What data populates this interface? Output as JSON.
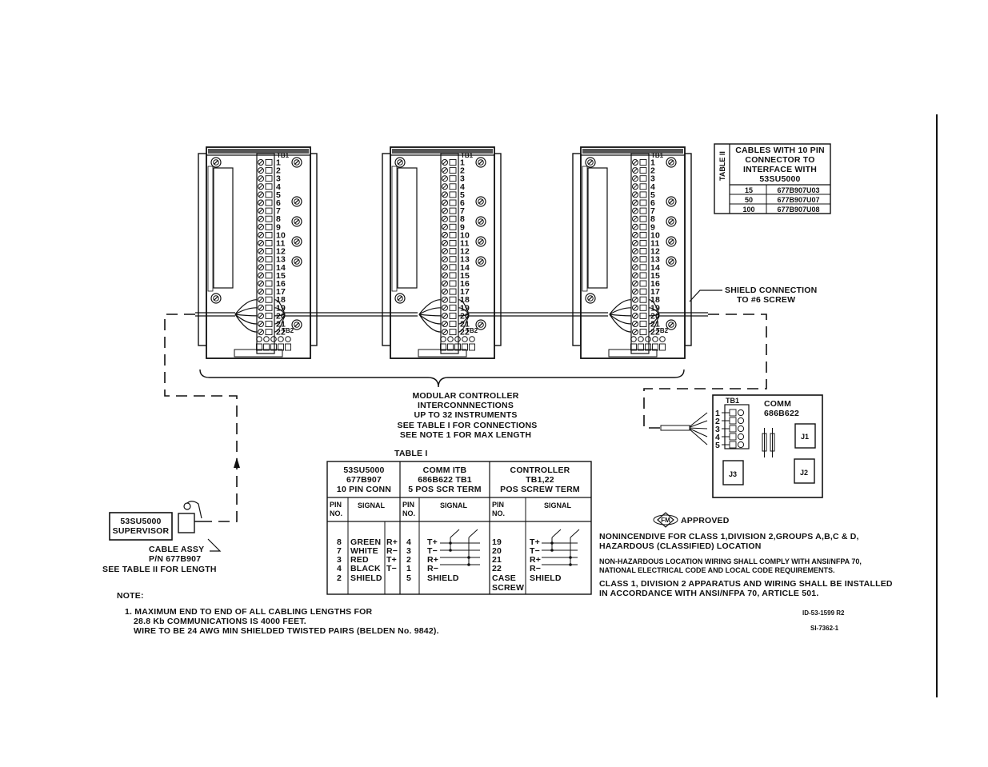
{
  "controllers": [
    {
      "tb_label": "TB1",
      "tb2_label": "TB2",
      "terminals": [
        "1",
        "2",
        "3",
        "4",
        "5",
        "6",
        "7",
        "8",
        "9",
        "10",
        "11",
        "12",
        "13",
        "14",
        "15",
        "16",
        "17",
        "18",
        "19",
        "20",
        "21",
        "22"
      ]
    },
    {
      "tb_label": "TB1",
      "tb2_label": "TB2",
      "terminals": [
        "1",
        "2",
        "3",
        "4",
        "5",
        "6",
        "7",
        "8",
        "9",
        "10",
        "11",
        "12",
        "13",
        "14",
        "15",
        "16",
        "17",
        "18",
        "19",
        "20",
        "21",
        "22"
      ]
    },
    {
      "tb_label": "TB1",
      "tb2_label": "TB2",
      "terminals": [
        "1",
        "2",
        "3",
        "4",
        "5",
        "6",
        "7",
        "8",
        "9",
        "10",
        "11",
        "12",
        "13",
        "14",
        "15",
        "16",
        "17",
        "18",
        "19",
        "20",
        "21",
        "22"
      ]
    }
  ],
  "table2": {
    "side_label": "TABLE II",
    "header": [
      "CABLES WITH 10 PIN",
      "CONNECTOR TO",
      "INTERFACE WITH",
      "53SU5000"
    ],
    "rows": [
      [
        "15",
        "677B907U03"
      ],
      [
        "50",
        "677B907U07"
      ],
      [
        "100",
        "677B907U08"
      ]
    ]
  },
  "shield_note": [
    "SHIELD CONNECTION",
    "TO #6 SCREW"
  ],
  "interconnect": [
    "MODULAR CONTROLLER",
    "INTERCONNNECTIONS",
    "UP TO 32 INSTRUMENTS",
    "SEE TABLE I FOR CONNECTIONS",
    "SEE NOTE 1 FOR MAX LENGTH"
  ],
  "comm": {
    "tb_label": "TB1",
    "title": [
      "COMM",
      "686B622"
    ],
    "pins": [
      "1",
      "2",
      "3",
      "4",
      "5"
    ],
    "jacks": [
      "J1",
      "J3",
      "J2"
    ]
  },
  "supervisor": {
    "box": [
      "53SU5000",
      "SUPERVISOR"
    ],
    "cable": [
      "CABLE ASSY",
      "P/N 677B907",
      "SEE TABLE II FOR LENGTH"
    ]
  },
  "table1": {
    "title": "TABLE I",
    "groups": [
      [
        "53SU5000",
        "677B907",
        "10 PIN CONN"
      ],
      [
        "COMM ITB",
        "686B622  TB1",
        "5 POS SCR TERM"
      ],
      [
        "CONTROLLER",
        "TB1,22",
        "POS SCREW TERM"
      ]
    ],
    "subhead": {
      "pin": [
        "PIN",
        "NO."
      ],
      "signal": "SIGNAL"
    },
    "g1_pins": [
      "8",
      "7",
      "3",
      "4",
      "2"
    ],
    "g1_signals": [
      "GREEN",
      "WHITE",
      "RED",
      "BLACK",
      "SHIELD"
    ],
    "g1_pol": [
      "R+",
      "R−",
      "T+",
      "T−"
    ],
    "g2_pins": [
      "4",
      "3",
      "2",
      "1",
      "5"
    ],
    "g2_signals": [
      "T+",
      "T−",
      "R+",
      "R−",
      "SHIELD"
    ],
    "g3_pins": [
      "19",
      "20",
      "21",
      "22",
      "CASE",
      "SCREW"
    ],
    "g3_signals": [
      "T+",
      "T−",
      "R+",
      "R−",
      "SHIELD"
    ]
  },
  "fm": {
    "logo": "FM",
    "approved": "APPROVED",
    "p1": [
      "NONINCENDIVE FOR CLASS 1,DIVISION 2,GROUPS A,B,C & D,",
      "HAZARDOUS (CLASSIFIED) LOCATION"
    ],
    "p2": [
      "NON-HAZARDOUS LOCATION WIRING SHALL COMPLY WITH ANSI/NFPA 70,",
      "NATIONAL ELECTRICAL CODE AND LOCAL CODE REQUIREMENTS."
    ],
    "p3": [
      "CLASS 1, DIVISION 2 APPARATUS AND WIRING SHALL BE INSTALLED",
      "IN ACCORDANCE WITH ANSI/NFPA 70, ARTICLE 501."
    ]
  },
  "note": {
    "title": "NOTE:",
    "lines": [
      "1. MAXIMUM END TO END OF ALL CABLING LENGTHS FOR",
      "28.8 Kb COMMUNICATIONS IS 4000 FEET.",
      "WIRE TO BE 24 AWG MIN SHIELDED TWISTED PAIRS (BELDEN No. 9842)."
    ]
  },
  "refs": {
    "r1": "ID-53-1599  R2",
    "r2": "SI-7362-1"
  }
}
